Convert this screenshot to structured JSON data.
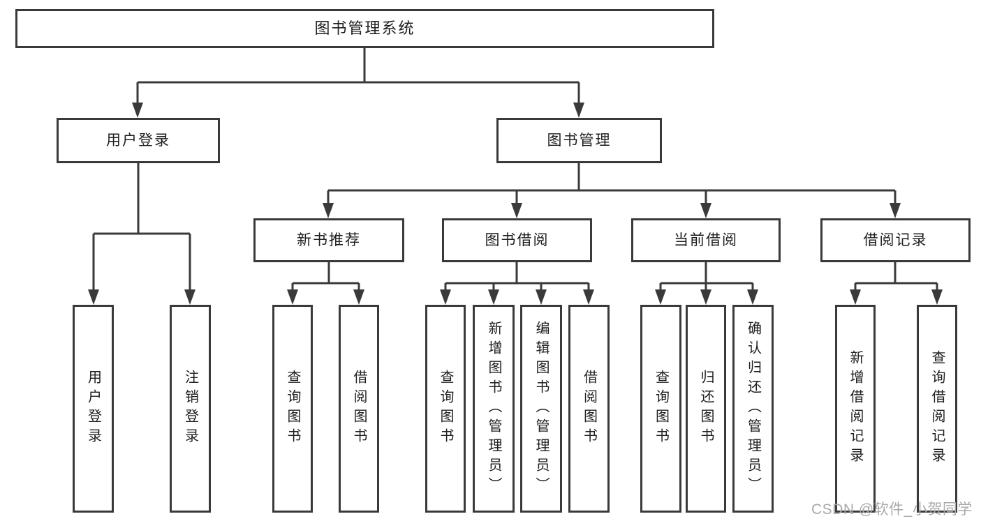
{
  "nodes": {
    "root": {
      "label": "图书管理系统",
      "children": [
        "user_login",
        "book_mgmt"
      ]
    },
    "user_login": {
      "label": "用户登录",
      "children": [
        "leaf_user_login",
        "leaf_logout"
      ]
    },
    "book_mgmt": {
      "label": "图书管理",
      "children": [
        "new_book_rec",
        "book_borrow",
        "current_borrow",
        "borrow_records"
      ]
    },
    "new_book_rec": {
      "label": "新书推荐",
      "children": [
        "leaf_query_book_1",
        "leaf_borrow_book_1"
      ]
    },
    "book_borrow": {
      "label": "图书借阅",
      "children": [
        "leaf_query_book_2",
        "leaf_add_book",
        "leaf_edit_book",
        "leaf_borrow_book_2"
      ]
    },
    "current_borrow": {
      "label": "当前借阅",
      "children": [
        "leaf_query_book_3",
        "leaf_return_book",
        "leaf_confirm_return"
      ]
    },
    "borrow_records": {
      "label": "借阅记录",
      "children": [
        "leaf_add_borrow_record",
        "leaf_query_borrow_record"
      ]
    },
    "leaf_user_login": {
      "label": "用户登录"
    },
    "leaf_logout": {
      "label": "注销登录"
    },
    "leaf_query_book_1": {
      "label": "查询图书"
    },
    "leaf_borrow_book_1": {
      "label": "借阅图书"
    },
    "leaf_query_book_2": {
      "label": "查询图书"
    },
    "leaf_add_book": {
      "label": "新增图书（管理员）"
    },
    "leaf_edit_book": {
      "label": "编辑图书（管理员）"
    },
    "leaf_borrow_book_2": {
      "label": "借阅图书"
    },
    "leaf_query_book_3": {
      "label": "查询图书"
    },
    "leaf_return_book": {
      "label": "归还图书"
    },
    "leaf_confirm_return": {
      "label": "确认归还（管理员）"
    },
    "leaf_add_borrow_record": {
      "label": "新增借阅记录"
    },
    "leaf_query_borrow_record": {
      "label": "查询借阅记录"
    }
  },
  "watermark": {
    "text": "CSDN @软件_小贺同学"
  },
  "colors": {
    "line": "#3a3a3a",
    "text": "#1e1e1e",
    "watermark": "#a9a9a9",
    "background": "#ffffff"
  }
}
